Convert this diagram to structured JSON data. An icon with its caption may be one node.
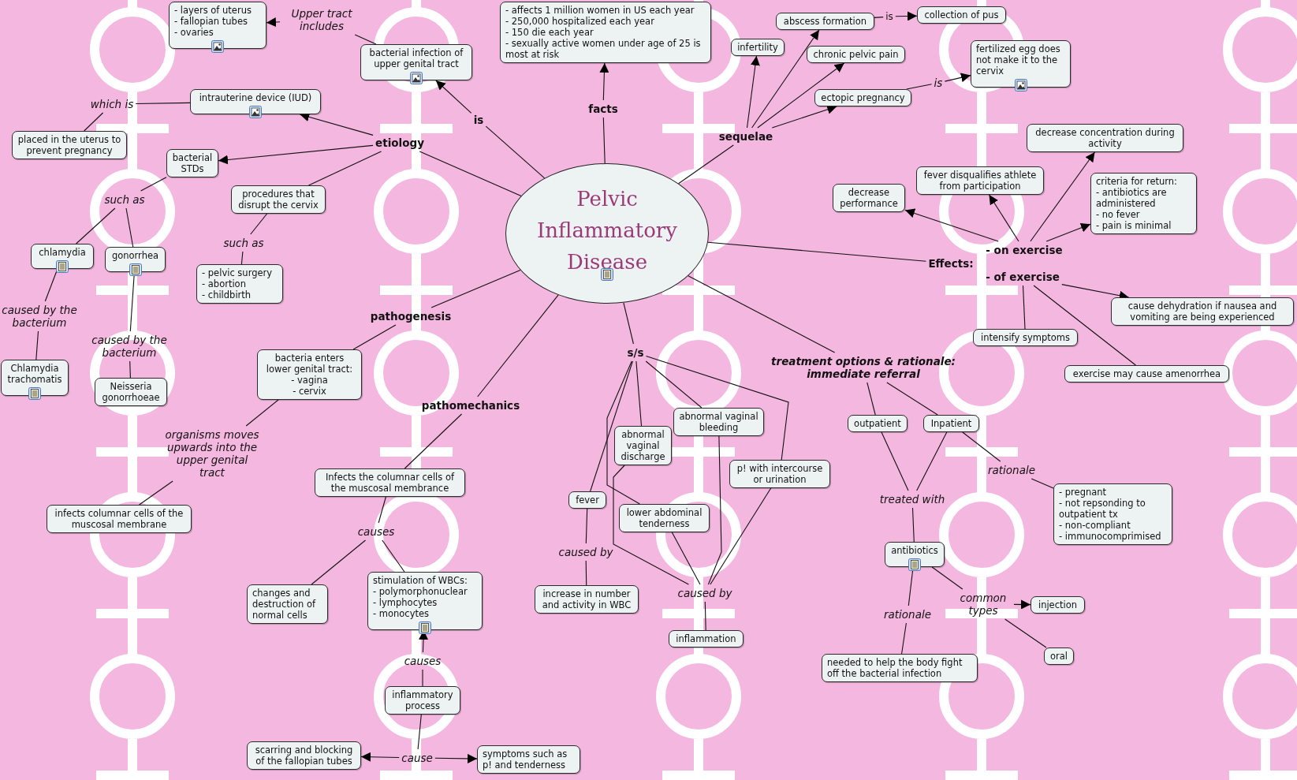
{
  "diagram": {
    "nodes": [
      {
        "text": [
          "Pelvic Inflammatory Disease"
        ]
      },
      {
        "text": [
          "is"
        ]
      },
      {
        "text": [
          "bacterial infection of upper genital tract"
        ]
      },
      {
        "text": [
          "Upper tract includes"
        ]
      },
      {
        "text": [
          "- layers of uterus",
          "- fallopian tubes",
          "- ovaries"
        ]
      },
      {
        "text": [
          "etiology"
        ]
      },
      {
        "text": [
          "intrauterine device (IUD)"
        ]
      },
      {
        "text": [
          "which is"
        ]
      },
      {
        "text": [
          "placed in the uterus to prevent pregnancy"
        ]
      },
      {
        "text": [
          "bacterial STDs"
        ]
      },
      {
        "text": [
          "such as"
        ]
      },
      {
        "text": [
          "chlamydia"
        ]
      },
      {
        "text": [
          "gonorrhea"
        ]
      },
      {
        "text": [
          "caused by the bacterium"
        ]
      },
      {
        "text": [
          "Chlamydia trachomatis"
        ]
      },
      {
        "text": [
          "caused by the bacterium"
        ]
      },
      {
        "text": [
          "Neisseria gonorrhoeae"
        ]
      },
      {
        "text": [
          "procedures that disrupt the cervix"
        ]
      },
      {
        "text": [
          "such as"
        ]
      },
      {
        "text": [
          "- pelvic surgery",
          "- abortion",
          "- childbirth"
        ]
      },
      {
        "text": [
          "facts"
        ]
      },
      {
        "text": [
          "- affects 1 million women in US each year",
          "- 250,000 hospitalized each year",
          "- 150 die each year",
          "- sexually active women under age of 25 is most at risk"
        ]
      },
      {
        "text": [
          "sequelae"
        ]
      },
      {
        "text": [
          "infertility"
        ]
      },
      {
        "text": [
          "abscess formation"
        ]
      },
      {
        "text": [
          "is"
        ]
      },
      {
        "text": [
          "collection of pus"
        ]
      },
      {
        "text": [
          "chronic pelvic pain"
        ]
      },
      {
        "text": [
          "ectopic pregnancy"
        ]
      },
      {
        "text": [
          "is"
        ]
      },
      {
        "text": [
          "fertilized egg does not make it to the cervix"
        ]
      },
      {
        "text": [
          "Effects:"
        ]
      },
      {
        "text": [
          "- on exercise"
        ]
      },
      {
        "text": [
          "- of exercise"
        ]
      },
      {
        "text": [
          "decrease performance"
        ]
      },
      {
        "text": [
          "fever disqualifies athlete from participation"
        ]
      },
      {
        "text": [
          "decrease concentration during activity"
        ]
      },
      {
        "text": [
          "criteria for return:",
          "- antibiotics are administered",
          "- no fever",
          "- pain is minimal"
        ]
      },
      {
        "text": [
          "cause dehydration if nausea and vomiting are being experienced"
        ]
      },
      {
        "text": [
          "intensify symptoms"
        ]
      },
      {
        "text": [
          "exercise may cause amenorrhea"
        ]
      },
      {
        "text": [
          "treatment options & rationale: immediate referral"
        ]
      },
      {
        "text": [
          "outpatient"
        ]
      },
      {
        "text": [
          "Inpatient"
        ]
      },
      {
        "text": [
          "treated with"
        ]
      },
      {
        "text": [
          "rationale"
        ]
      },
      {
        "text": [
          "- pregnant",
          "- not repsonding to outpatient tx",
          "- non-compliant",
          "- immunocomprimised"
        ]
      },
      {
        "text": [
          "antibiotics"
        ]
      },
      {
        "text": [
          "rationale"
        ]
      },
      {
        "text": [
          "needed to help the body fight off the bacterial infection"
        ]
      },
      {
        "text": [
          "common types"
        ]
      },
      {
        "text": [
          "injection"
        ]
      },
      {
        "text": [
          "oral"
        ]
      },
      {
        "text": [
          "s/s"
        ]
      },
      {
        "text": [
          "fever"
        ]
      },
      {
        "text": [
          "caused by"
        ]
      },
      {
        "text": [
          "increase in number and activity in WBC"
        ]
      },
      {
        "text": [
          "abnormal vaginal discharge"
        ]
      },
      {
        "text": [
          "abnormal vaginal bleeding"
        ]
      },
      {
        "text": [
          "p! with intercourse or urination"
        ]
      },
      {
        "text": [
          "lower abdominal tenderness"
        ]
      },
      {
        "text": [
          "caused by"
        ]
      },
      {
        "text": [
          "inflammation"
        ]
      },
      {
        "text": [
          "pathogenesis"
        ]
      },
      {
        "text": [
          "bacteria enters lower genital tract:",
          "- vagina",
          "- cervix"
        ]
      },
      {
        "text": [
          "organisms moves upwards into the upper genital tract"
        ]
      },
      {
        "text": [
          "infects columnar cells of the muscosal membrane"
        ]
      },
      {
        "text": [
          "pathomechanics"
        ]
      },
      {
        "text": [
          "Infects the columnar cells of the muscosal membrance"
        ]
      },
      {
        "text": [
          "causes"
        ]
      },
      {
        "text": [
          "changes and destruction of normal cells"
        ]
      },
      {
        "text": [
          "stimulation of WBCs:",
          "- polymorphonuclear",
          "- lymphocytes",
          "- monocytes"
        ]
      },
      {
        "text": [
          "causes"
        ]
      },
      {
        "text": [
          "inflammatory process"
        ]
      },
      {
        "text": [
          "cause"
        ]
      },
      {
        "text": [
          "scarring and blocking of the fallopian tubes"
        ]
      },
      {
        "text": [
          "symptoms such as p! and tenderness"
        ]
      }
    ],
    "edges": [
      {
        "from": 0,
        "to": 1,
        "arrow": "none"
      },
      {
        "from": 1,
        "to": 2,
        "arrow": "to"
      },
      {
        "from": 2,
        "to": 3,
        "arrow": "none"
      },
      {
        "from": 3,
        "to": 4,
        "arrow": "to"
      },
      {
        "from": 0,
        "to": 5,
        "arrow": "none"
      },
      {
        "from": 5,
        "to": 6,
        "arrow": "to"
      },
      {
        "from": 5,
        "to": 9,
        "arrow": "to"
      },
      {
        "from": 5,
        "to": 17,
        "arrow": "none"
      },
      {
        "from": 6,
        "to": 7,
        "arrow": "none"
      },
      {
        "from": 7,
        "to": 8,
        "arrow": "none"
      },
      {
        "from": 9,
        "to": 10,
        "arrow": "none"
      },
      {
        "from": 10,
        "to": 11,
        "arrow": "none"
      },
      {
        "from": 10,
        "to": 12,
        "arrow": "none"
      },
      {
        "from": 11,
        "to": 13,
        "arrow": "none"
      },
      {
        "from": 13,
        "to": 14,
        "arrow": "none"
      },
      {
        "from": 12,
        "to": 15,
        "arrow": "none"
      },
      {
        "from": 15,
        "to": 16,
        "arrow": "none"
      },
      {
        "from": 17,
        "to": 18,
        "arrow": "none"
      },
      {
        "from": 18,
        "to": 19,
        "arrow": "none"
      },
      {
        "from": 0,
        "to": 20,
        "arrow": "none"
      },
      {
        "from": 20,
        "to": 21,
        "arrow": "to"
      },
      {
        "from": 0,
        "to": 22,
        "arrow": "none"
      },
      {
        "from": 22,
        "to": 23,
        "arrow": "to"
      },
      {
        "from": 22,
        "to": 24,
        "arrow": "to"
      },
      {
        "from": 22,
        "to": 27,
        "arrow": "to"
      },
      {
        "from": 22,
        "to": 28,
        "arrow": "to"
      },
      {
        "from": 24,
        "to": 25,
        "arrow": "none"
      },
      {
        "from": 25,
        "to": 26,
        "arrow": "to"
      },
      {
        "from": 28,
        "to": 29,
        "arrow": "none"
      },
      {
        "from": 29,
        "to": 30,
        "arrow": "to"
      },
      {
        "from": 0,
        "to": 31,
        "arrow": "none"
      },
      {
        "from": 32,
        "to": 34,
        "arrow": "to"
      },
      {
        "from": 32,
        "to": 35,
        "arrow": "to"
      },
      {
        "from": 32,
        "to": 36,
        "arrow": "to"
      },
      {
        "from": 32,
        "to": 37,
        "arrow": "to"
      },
      {
        "from": 33,
        "to": 38,
        "arrow": "to"
      },
      {
        "from": 33,
        "to": 39,
        "arrow": "none"
      },
      {
        "from": 33,
        "to": 40,
        "arrow": "none"
      },
      {
        "from": 0,
        "to": 41,
        "arrow": "none"
      },
      {
        "from": 41,
        "to": 42,
        "arrow": "none"
      },
      {
        "from": 41,
        "to": 43,
        "arrow": "none"
      },
      {
        "from": 42,
        "to": 44,
        "arrow": "none"
      },
      {
        "from": 43,
        "to": 44,
        "arrow": "none"
      },
      {
        "from": 44,
        "to": 47,
        "arrow": "none"
      },
      {
        "from": 43,
        "to": 45,
        "arrow": "none"
      },
      {
        "from": 45,
        "to": 46,
        "arrow": "none"
      },
      {
        "from": 47,
        "to": 48,
        "arrow": "none"
      },
      {
        "from": 48,
        "to": 49,
        "arrow": "none"
      },
      {
        "from": 47,
        "to": 50,
        "arrow": "none"
      },
      {
        "from": 50,
        "to": 51,
        "arrow": "to"
      },
      {
        "from": 50,
        "to": 52,
        "arrow": "none"
      },
      {
        "from": 0,
        "to": 53,
        "arrow": "none"
      },
      {
        "from": 53,
        "to": 54,
        "arrow": "none"
      },
      {
        "from": 53,
        "to": 57,
        "arrow": "none"
      },
      {
        "from": 53,
        "to": 58,
        "arrow": "none"
      },
      {
        "from": 53,
        "to": 59,
        "arrow": "none"
      },
      {
        "from": 53,
        "to": 60,
        "arrow": "none"
      },
      {
        "from": 54,
        "to": 55,
        "arrow": "none"
      },
      {
        "from": 55,
        "to": 56,
        "arrow": "none"
      },
      {
        "from": 57,
        "to": 61,
        "arrow": "none"
      },
      {
        "from": 58,
        "to": 61,
        "arrow": "none"
      },
      {
        "from": 59,
        "to": 61,
        "arrow": "none"
      },
      {
        "from": 60,
        "to": 61,
        "arrow": "none"
      },
      {
        "from": 61,
        "to": 62,
        "arrow": "none"
      },
      {
        "from": 0,
        "to": 63,
        "arrow": "none"
      },
      {
        "from": 63,
        "to": 64,
        "arrow": "none"
      },
      {
        "from": 64,
        "to": 65,
        "arrow": "none"
      },
      {
        "from": 65,
        "to": 66,
        "arrow": "none"
      },
      {
        "from": 0,
        "to": 67,
        "arrow": "none"
      },
      {
        "from": 67,
        "to": 68,
        "arrow": "none"
      },
      {
        "from": 68,
        "to": 69,
        "arrow": "none"
      },
      {
        "from": 69,
        "to": 70,
        "arrow": "none"
      },
      {
        "from": 69,
        "to": 71,
        "arrow": "none"
      },
      {
        "from": 73,
        "to": 72,
        "arrow": "none"
      },
      {
        "from": 72,
        "to": 71,
        "arrow": "to"
      },
      {
        "from": 73,
        "to": 74,
        "arrow": "none"
      },
      {
        "from": 74,
        "to": 75,
        "arrow": "to"
      },
      {
        "from": 74,
        "to": 76,
        "arrow": "to"
      }
    ]
  }
}
